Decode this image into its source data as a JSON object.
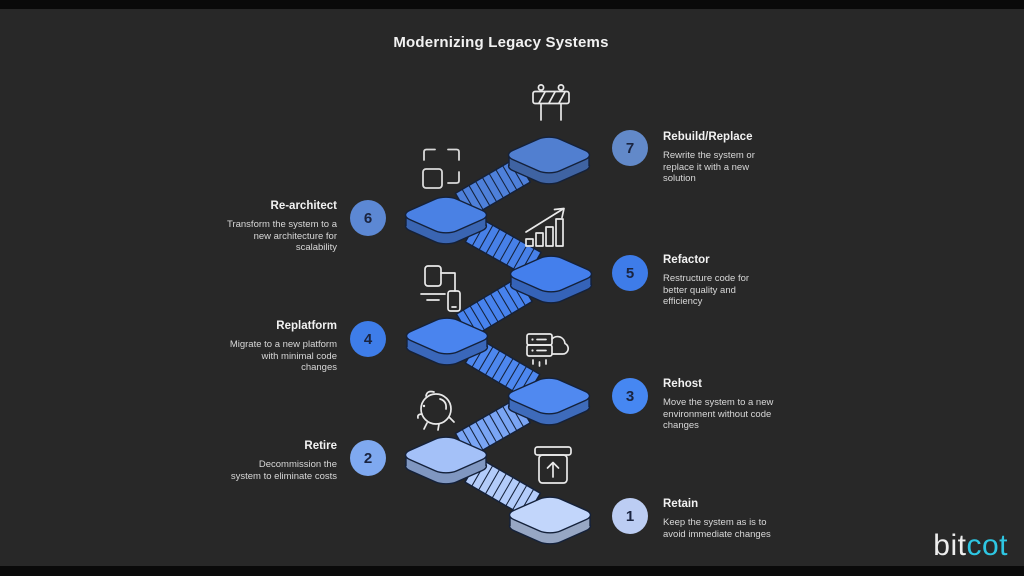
{
  "title": "Modernizing Legacy Systems",
  "steps": [
    {
      "number": "1",
      "title": "Retain",
      "description": "Keep the system as is to\navoid immediate changes",
      "icon": "archive-box-icon",
      "side": "right",
      "circle_color": "#bccdf3",
      "platform_color": "#c2d6fb"
    },
    {
      "number": "2",
      "title": "Retire",
      "description": "Decommission the\nsystem to eliminate costs",
      "icon": "piggy-bank-icon",
      "side": "left",
      "circle_color": "#7fa9f0",
      "platform_color": "#a4c1f8"
    },
    {
      "number": "3",
      "title": "Rehost",
      "description": "Move the system to a new\nenvironment without code\nchanges",
      "icon": "cloud-server-icon",
      "side": "right",
      "circle_color": "#4687f2",
      "platform_color": "#5089f0"
    },
    {
      "number": "4",
      "title": "Replatform",
      "description": "Migrate to a new platform\nwith minimal code\nchanges",
      "icon": "devices-icon",
      "side": "left",
      "circle_color": "#3e7de9",
      "platform_color": "#4a84ee"
    },
    {
      "number": "5",
      "title": "Refactor",
      "description": "Restructure code for\nbetter quality and\nefficiency",
      "icon": "growth-chart-icon",
      "side": "right",
      "circle_color": "#3e7ce9",
      "platform_color": "#447fec"
    },
    {
      "number": "6",
      "title": "Re-architect",
      "description": "Transform the system to a\nnew architecture for\nscalability",
      "icon": "frame-brackets-icon",
      "side": "left",
      "circle_color": "#5c88d4",
      "platform_color": "#4a81e4"
    },
    {
      "number": "7",
      "title": "Rebuild/Replace",
      "description": "Rewrite the system or\nreplace it with a new\nsolution",
      "icon": "construction-barrier-icon",
      "side": "right",
      "circle_color": "#6289c9",
      "platform_color": "#517fd0"
    }
  ],
  "brand": {
    "text_primary": "bit",
    "text_accent": "cot",
    "accent_color": "#2ec6e2"
  }
}
